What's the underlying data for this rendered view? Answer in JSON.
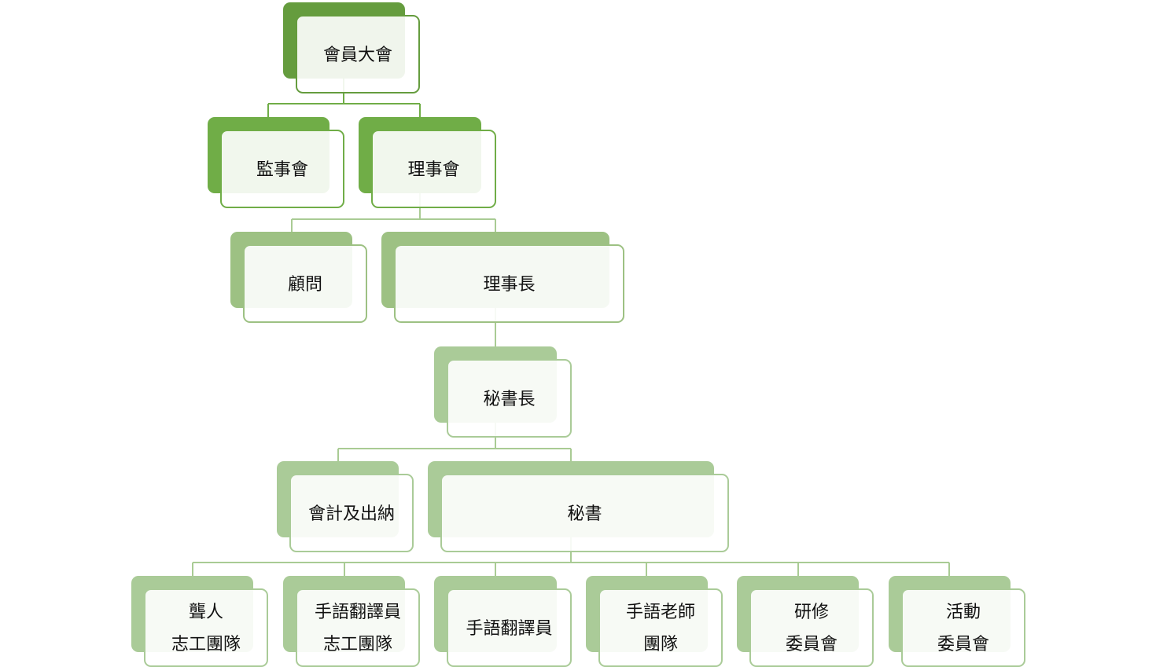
{
  "colors": {
    "level0": "#659c3e",
    "level1": "#70ad47",
    "level2": "#9dc183",
    "level3": "#aacb98",
    "line_top": "#70ad47",
    "line_low": "#a9cb94"
  },
  "nodes": [
    {
      "id": "general-assembly",
      "lines": [
        "會員大會"
      ]
    },
    {
      "id": "supervisors",
      "lines": [
        "監事會"
      ]
    },
    {
      "id": "board",
      "lines": [
        "理事會"
      ]
    },
    {
      "id": "advisor",
      "lines": [
        "顧問"
      ]
    },
    {
      "id": "chairman",
      "lines": [
        "理事長"
      ]
    },
    {
      "id": "secretary-general",
      "lines": [
        "秘書長"
      ]
    },
    {
      "id": "accounting",
      "lines": [
        "會計及出納"
      ]
    },
    {
      "id": "secretary",
      "lines": [
        "秘書"
      ]
    },
    {
      "id": "deaf-volunteers",
      "lines": [
        "聾人",
        "志工團隊"
      ]
    },
    {
      "id": "interpreter-volunteers",
      "lines": [
        "手語翻譯員",
        "志工團隊"
      ]
    },
    {
      "id": "interpreters",
      "lines": [
        "手語翻譯員"
      ]
    },
    {
      "id": "teachers",
      "lines": [
        "手語老師",
        "團隊"
      ]
    },
    {
      "id": "training-committee",
      "lines": [
        "研修",
        "委員會"
      ]
    },
    {
      "id": "activity-committee",
      "lines": [
        "活動",
        "委員會"
      ]
    }
  ]
}
